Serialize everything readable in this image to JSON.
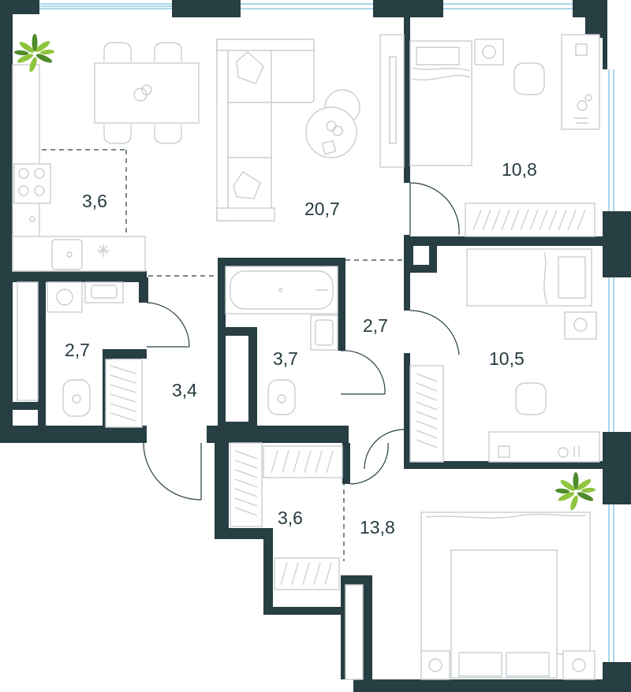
{
  "plan": {
    "colors": {
      "wall": "#273e43",
      "furniture_line": "#c9ced0",
      "window": "#8ccbe0",
      "plant": "#8fc43f"
    },
    "rooms": [
      {
        "id": "kitchen-zone",
        "area": "3,6"
      },
      {
        "id": "living-room",
        "area": "20,7"
      },
      {
        "id": "bedroom-north",
        "area": "10,8"
      },
      {
        "id": "wc",
        "area": "2,7"
      },
      {
        "id": "hall-entrance",
        "area": "3,4"
      },
      {
        "id": "bathroom",
        "area": "3,7"
      },
      {
        "id": "corridor",
        "area": "2,7"
      },
      {
        "id": "bedroom-middle",
        "area": "10,5"
      },
      {
        "id": "wardrobe",
        "area": "3,6"
      },
      {
        "id": "bedroom-master",
        "area": "13,8"
      }
    ],
    "icons": [
      "plant-icon",
      "bathtub-icon",
      "toilet-icon",
      "sink-icon",
      "washing-machine-icon",
      "hob-icon",
      "bed-icon",
      "sofa-icon",
      "desk-chair-icon",
      "dining-table-icon"
    ]
  }
}
